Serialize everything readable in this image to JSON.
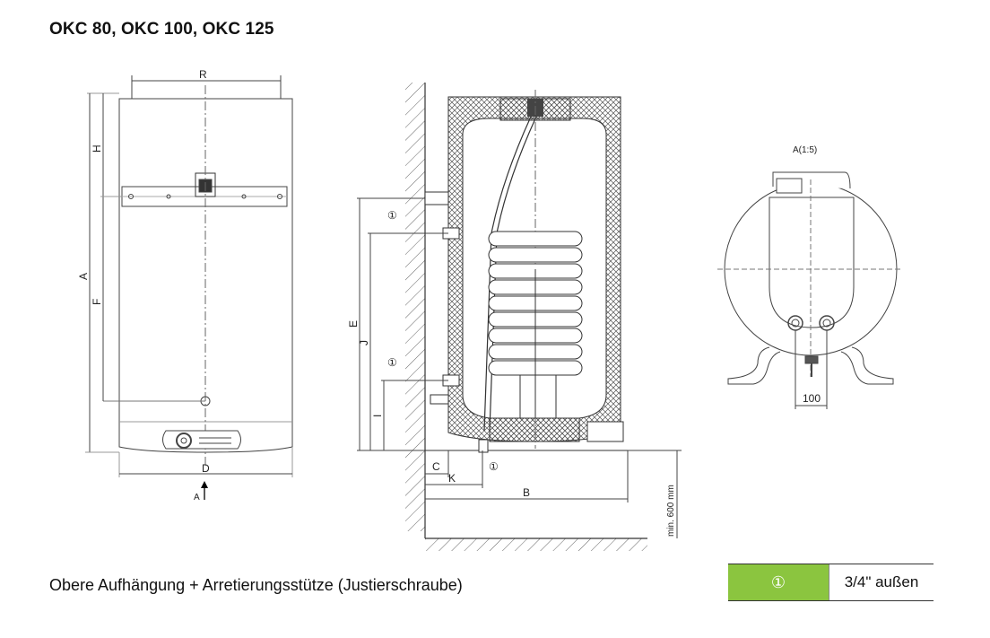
{
  "title": "OKC 80, OKC 100, OKC 125",
  "caption": "Obere Aufhängung + Arretierungsstütze (Justierschraube)",
  "legend": {
    "symbol": "①",
    "value": "3/4\" außen"
  },
  "dimensions": {
    "R": "R",
    "H": "H",
    "A": "A",
    "F": "F",
    "D": "D",
    "view_arrow": "A",
    "E": "E",
    "J": "J",
    "I": "I",
    "C": "C",
    "K": "K",
    "B": "B",
    "min_clearance": "min. 600 mm",
    "detail_label": "A(1:5)",
    "bracket_spacing": "100"
  },
  "markers": {
    "circle_one": "①"
  },
  "colors": {
    "legend_fill": "#8bc53f",
    "insulation_hatch": "#555555"
  }
}
